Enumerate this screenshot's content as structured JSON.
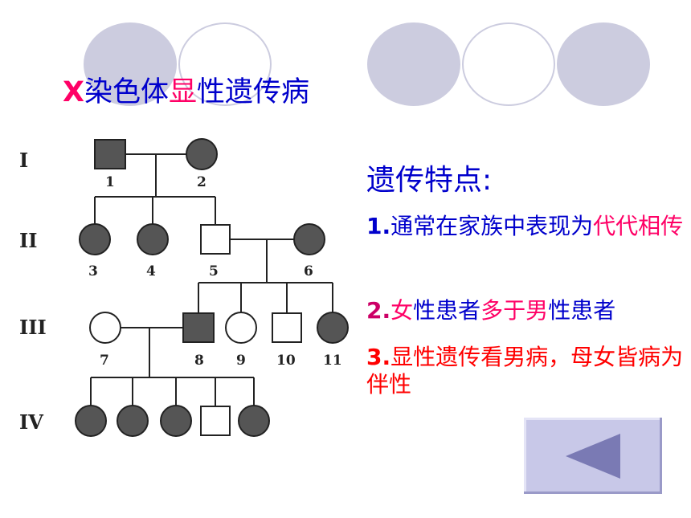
{
  "title": {
    "part1": "X",
    "part2": "染色体",
    "part3": "显",
    "part4": "性遗传病"
  },
  "generations": [
    "I",
    "II",
    "III",
    "IV"
  ],
  "individuals": [
    "1",
    "2",
    "3",
    "4",
    "5",
    "6",
    "7",
    "8",
    "9",
    "10",
    "11"
  ],
  "features": {
    "heading": "遗传特点:",
    "item1": {
      "num": "1.",
      "text_a": "通常在家族中表现为",
      "text_b": "代代相传"
    },
    "item2": {
      "num": "2.",
      "t1": "女",
      "t2": "性患者",
      "t3": "多于",
      "t4": "男",
      "t5": "性患者"
    },
    "item3": {
      "num": "3.",
      "text": "显性遗传看男病，母女皆病为伴性"
    }
  },
  "colors": {
    "accent_blue": "#0000cc",
    "accent_pink": "#ff0066",
    "accent_red": "#ff0000",
    "decor": "#ccccdf",
    "button": "#c8c8e8",
    "button_arrow": "#7a7ab4"
  },
  "icons": {
    "back_button": "left-triangle-icon"
  }
}
